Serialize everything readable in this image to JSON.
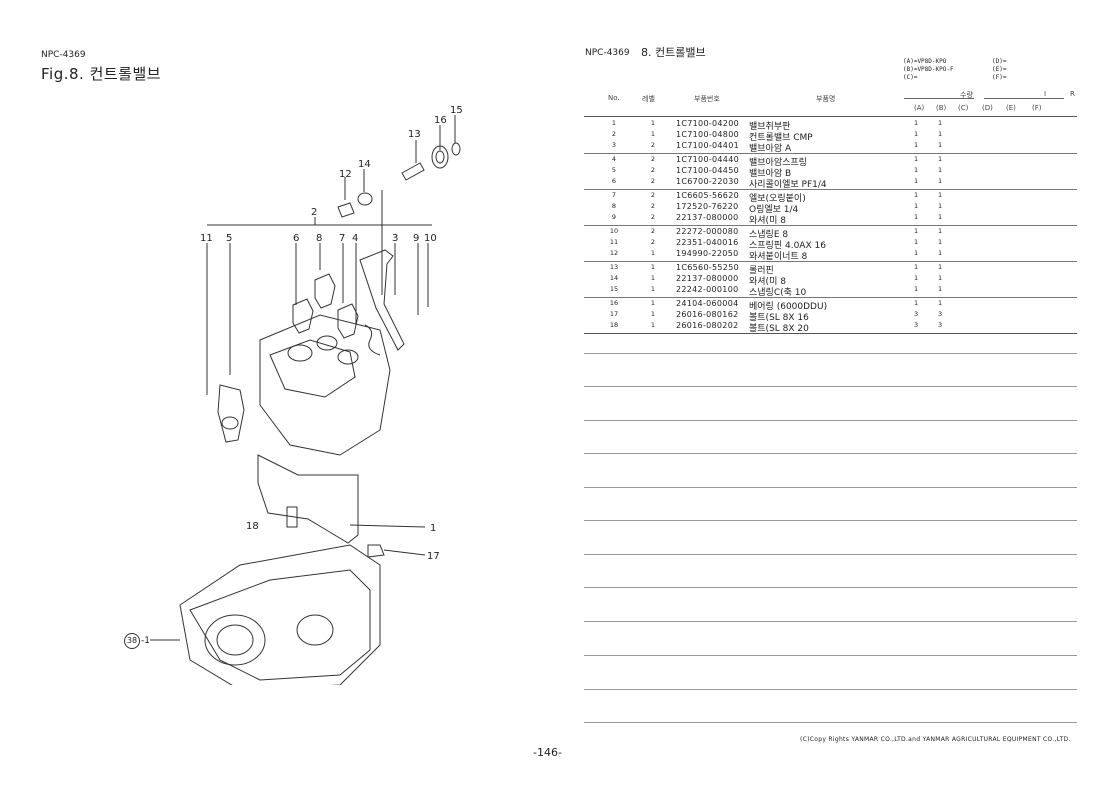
{
  "left": {
    "code": "NPC-4369",
    "title": "Fig.8.  컨트롤밸브"
  },
  "diagram": {
    "callouts": [
      "15",
      "16",
      "13",
      "14",
      "12",
      "2",
      "11",
      "5",
      "6",
      "8",
      "7",
      "4",
      "3",
      "9",
      "10",
      "18",
      "1",
      "17",
      "38",
      "-1"
    ]
  },
  "right": {
    "code": "NPC-4369",
    "title": "8.  컨트롤밸브",
    "models_left": [
      "(A)=VP8D-KPO",
      "(B)=VP8D-KPO-F",
      "(C)="
    ],
    "models_right": [
      "(D)=",
      "(E)=",
      "(F)="
    ],
    "headers": {
      "no": "No.",
      "group": "레벨",
      "part_no": "부품번호",
      "part_name": "부품명",
      "qty": "수량",
      "cols": [
        "(A)",
        "(B)",
        "(C)",
        "(D)",
        "(E)",
        "(F)"
      ],
      "i": "I",
      "r": "R"
    },
    "rows": [
      {
        "no": "1",
        "grp": "1",
        "pn": "1C7100-04200",
        "name": "밸브취부판",
        "a": "1",
        "b": "1"
      },
      {
        "no": "2",
        "grp": "1",
        "pn": "1C7100-04800",
        "name": "컨트롤밸브 CMP",
        "a": "1",
        "b": "1"
      },
      {
        "no": "3",
        "grp": "2",
        "pn": "1C7100-04401",
        "name": "밸브아암 A",
        "a": "1",
        "b": "1"
      },
      {
        "no": "4",
        "grp": "2",
        "pn": "1C7100-04440",
        "name": "밸브아암스프링",
        "a": "1",
        "b": "1"
      },
      {
        "no": "5",
        "grp": "2",
        "pn": "1C7100-04450",
        "name": "밸브아암 B",
        "a": "1",
        "b": "1"
      },
      {
        "no": "6",
        "grp": "2",
        "pn": "1C6700-22030",
        "name": "사리콜이엘보 PF1/4",
        "a": "1",
        "b": "1"
      },
      {
        "no": "7",
        "grp": "2",
        "pn": "1C6605-56620",
        "name": "엘보(오링붙이)",
        "a": "1",
        "b": "1"
      },
      {
        "no": "8",
        "grp": "2",
        "pn": "172520-76220",
        "name": "O링엘보 1/4",
        "a": "1",
        "b": "1"
      },
      {
        "no": "9",
        "grp": "2",
        "pn": "22137-080000",
        "name": "와셔(미 8",
        "a": "1",
        "b": "1"
      },
      {
        "no": "10",
        "grp": "2",
        "pn": "22272-000080",
        "name": "스냅링E  8",
        "a": "1",
        "b": "1"
      },
      {
        "no": "11",
        "grp": "2",
        "pn": "22351-040016",
        "name": "스프링핀 4.0AX 16",
        "a": "1",
        "b": "1"
      },
      {
        "no": "12",
        "grp": "1",
        "pn": "194990-22050",
        "name": "와셔붙이너트 8",
        "a": "1",
        "b": "1"
      },
      {
        "no": "13",
        "grp": "1",
        "pn": "1C6560-55250",
        "name": "롤러핀",
        "a": "1",
        "b": "1"
      },
      {
        "no": "14",
        "grp": "1",
        "pn": "22137-080000",
        "name": "와셔(미 8",
        "a": "1",
        "b": "1"
      },
      {
        "no": "15",
        "grp": "1",
        "pn": "22242-000100",
        "name": "스냅링C(축 10",
        "a": "1",
        "b": "1"
      },
      {
        "no": "16",
        "grp": "1",
        "pn": "24104-060004",
        "name": "베어링 (6000DDU)",
        "a": "1",
        "b": "1"
      },
      {
        "no": "17",
        "grp": "1",
        "pn": "26016-080162",
        "name": "볼트(SL  8X 16",
        "a": "3",
        "b": "3"
      },
      {
        "no": "18",
        "grp": "1",
        "pn": "26016-080202",
        "name": "볼트(SL  8X 20",
        "a": "3",
        "b": "3"
      }
    ],
    "copyright": "(C)Copy Rights  YANMAR CO.,LTD.and YANMAR AGRICULTURAL EQUIPMENT CO.,LTD."
  },
  "page_number": "-146-"
}
